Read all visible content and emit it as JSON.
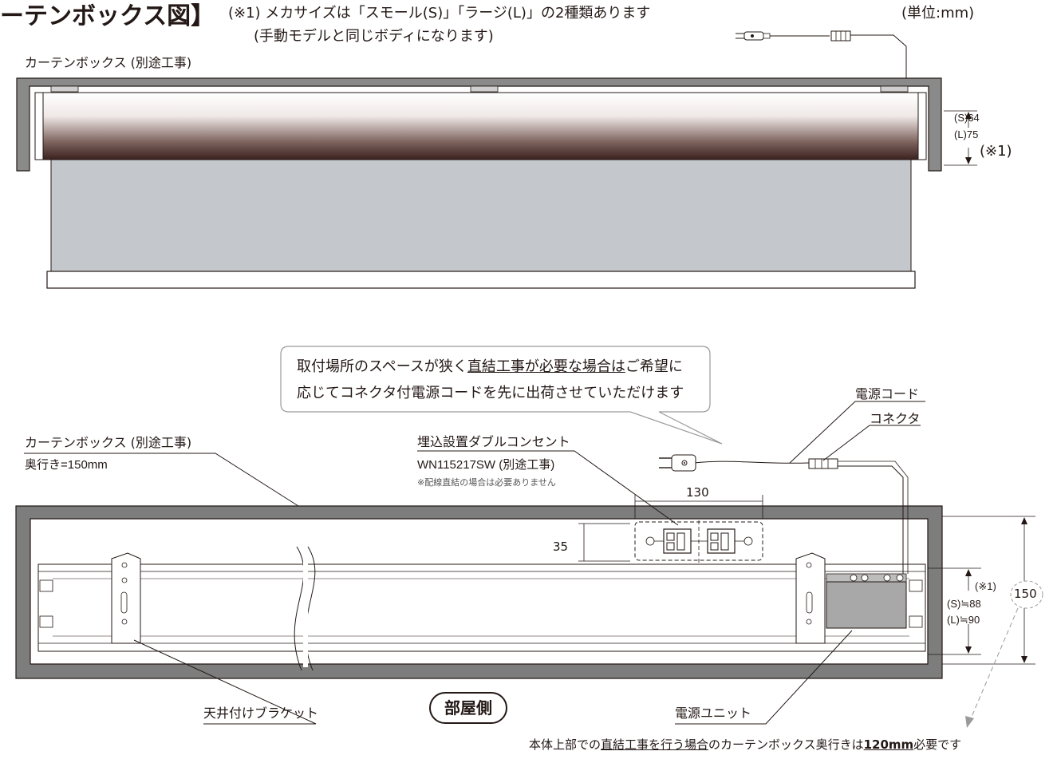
{
  "title": "ーテンボックス図】",
  "notes": {
    "line1": "(※1) メカサイズは「スモール(S)」「ラージ(L)」の2種類あります",
    "line2": "(手動モデルと同じボディになります)",
    "unit": "(単位:mm)"
  },
  "top_view": {
    "box_label": "カーテンボックス (別途工事)",
    "dim_s": "(S)64",
    "dim_l": "(L)75",
    "dim_note": "(※1)"
  },
  "callout": {
    "line1_pre": "取付場所のスペースが狭く",
    "line1_u": "直結工事が必要な場合は",
    "line1_post": "ご希望に",
    "line2": "応じてコネクタ付電源コードを先に出荷させていただけます"
  },
  "plan_view": {
    "cord_label": "電源コード",
    "connector_label": "コネクタ",
    "box_label": "カーテンボックス (別途工事)",
    "box_depth": "奥行き=150mm",
    "outlet_label": "埋込設置ダブルコンセント",
    "outlet_model": "WN115217SW (別途工事)",
    "outlet_note": "※配線直結の場合は必要ありません",
    "dim_130": "130",
    "dim_35": "35",
    "dim_note": "(※1)",
    "dim_s": "(S)≒88",
    "dim_l": "(L)≒90",
    "dim_150": "150",
    "ceiling_bracket": "天井付けブラケット",
    "room_side": "部屋側",
    "power_unit": "電源ユニット"
  },
  "bottom_note": {
    "pre": "本体上部での",
    "u": "直結工事を行う場合",
    "mid": "のカーテンボックス奥行きは",
    "b": "120mm",
    "post": "必要です"
  }
}
